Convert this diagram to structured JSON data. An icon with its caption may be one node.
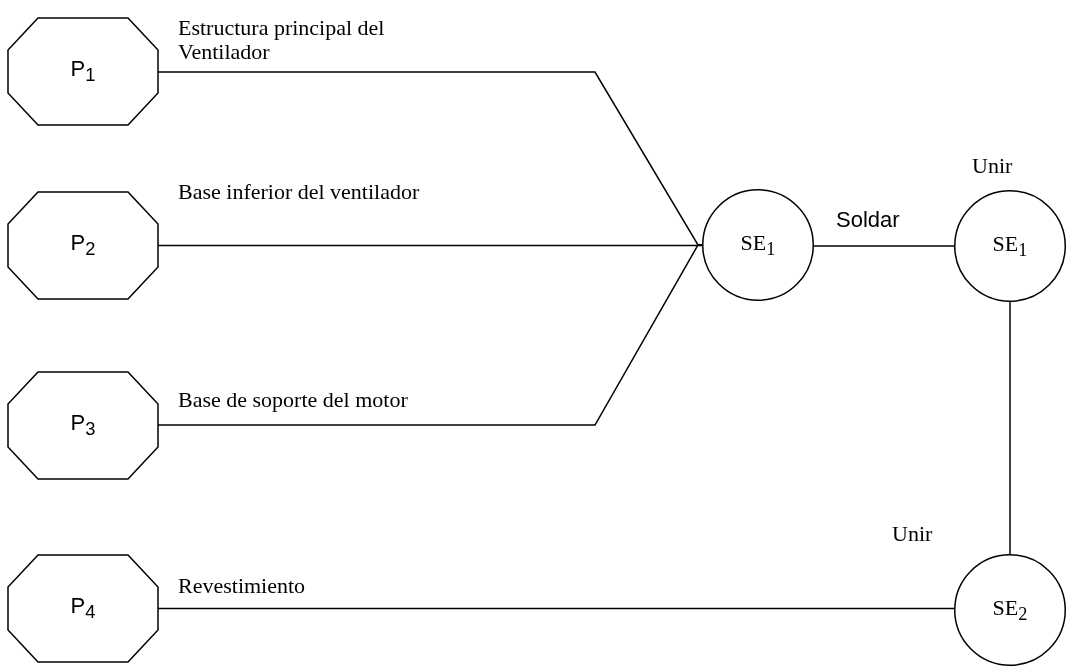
{
  "diagram": {
    "nodes": [
      {
        "text": [
          "P$_{1}$"
        ]
      },
      {
        "text": [
          "P$_{2}$"
        ]
      },
      {
        "text": [
          "P$_{3}$"
        ]
      },
      {
        "text": [
          "P$_{4}$"
        ]
      },
      {
        "text": [
          "SE$_{1}$"
        ]
      },
      {
        "text": [
          "SE$_{1}$"
        ],
        "beside": [
          "Unir"
        ]
      },
      {
        "text": [
          "SE$_{2}$"
        ],
        "beside": [
          "Unir"
        ]
      }
    ],
    "edges": [
      {
        "from": 0,
        "to": 4,
        "arrow": "none",
        "label": "Estructura principal del Ventilador"
      },
      {
        "from": 1,
        "to": 4,
        "arrow": "none",
        "label": "Base inferior del ventilador"
      },
      {
        "from": 2,
        "to": 4,
        "arrow": "none",
        "label": "Base de soporte del motor"
      },
      {
        "from": 4,
        "to": 5,
        "arrow": "none",
        "label": "Soldar"
      },
      {
        "from": 5,
        "to": 6,
        "arrow": "none"
      },
      {
        "from": 3,
        "to": 6,
        "arrow": "none",
        "label": "Revestimiento"
      }
    ]
  }
}
